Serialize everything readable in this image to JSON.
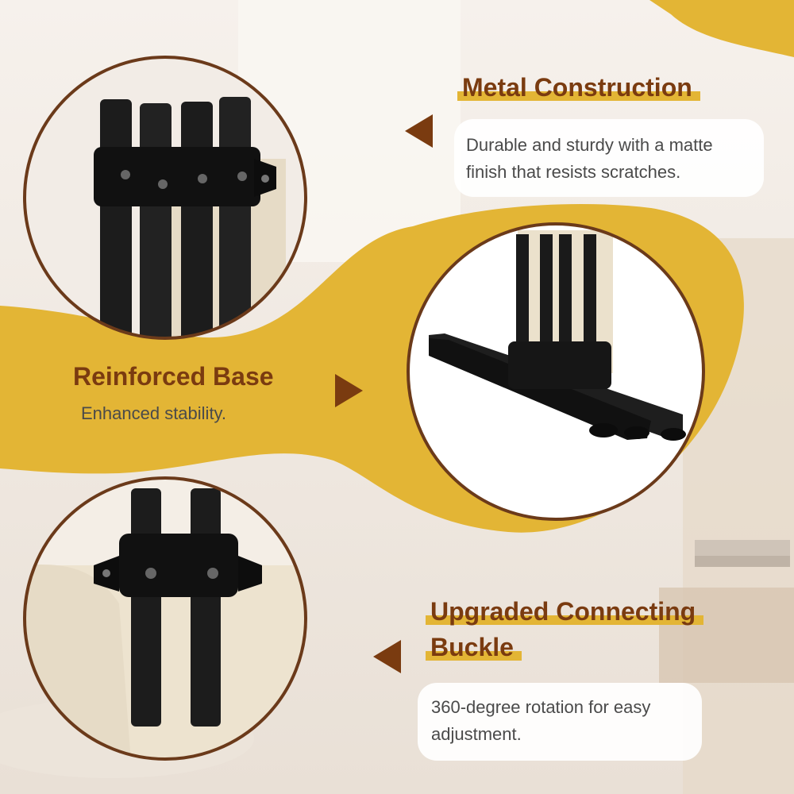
{
  "colors": {
    "accent_gold": "#e3b535",
    "heading_brown": "#7a3b10",
    "ring_brown": "#6b3a1a",
    "text_gray": "#4a4a4a"
  },
  "features": {
    "metal": {
      "title": "Metal Construction",
      "desc_line1": "Durable and sturdy with a matte",
      "desc_line2": "finish that resists scratches."
    },
    "base": {
      "title": "Reinforced Base",
      "desc": "Enhanced stability."
    },
    "buckle": {
      "title_line1": "Upgraded Connecting",
      "title_line2": "Buckle",
      "desc_line1": "360-degree rotation for easy",
      "desc_line2": "adjustment."
    }
  },
  "icons": [
    "arrow-left-icon",
    "arrow-right-icon",
    "arrow-left-icon"
  ]
}
